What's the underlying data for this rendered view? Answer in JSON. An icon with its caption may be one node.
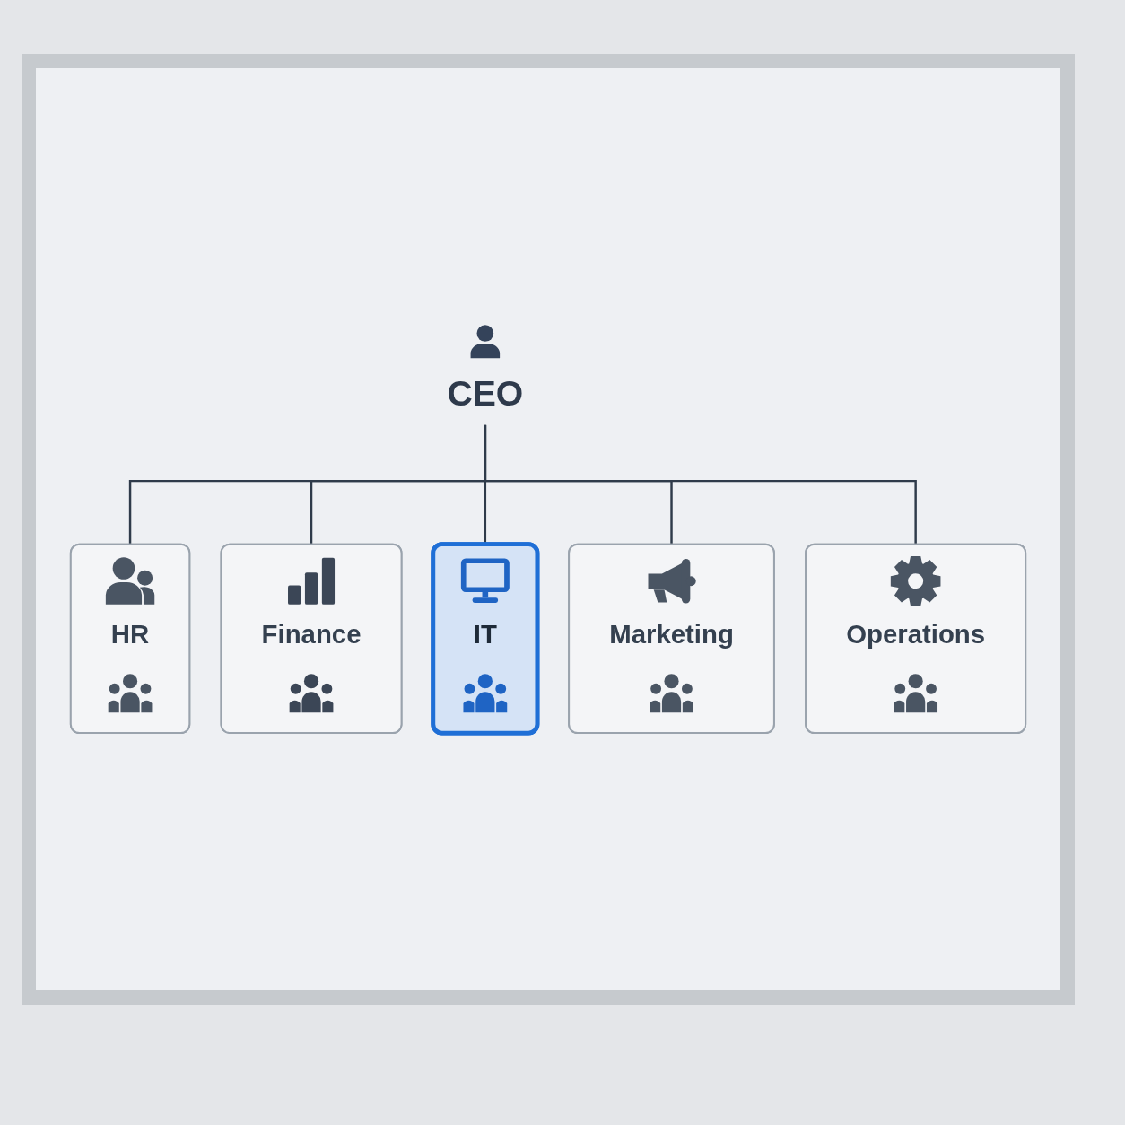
{
  "diagram": {
    "nodes": [
      {
        "text": [
          "CEO"
        ]
      },
      {
        "text": [
          "HR"
        ]
      },
      {
        "text": [
          "Finance"
        ]
      },
      {
        "text": [
          "IT"
        ]
      },
      {
        "text": [
          "Marketing"
        ]
      },
      {
        "text": [
          "Operations"
        ]
      }
    ],
    "edges": [
      {
        "from": 0,
        "to": 1,
        "arrow": "none"
      },
      {
        "from": 0,
        "to": 2,
        "arrow": "none"
      },
      {
        "from": 0,
        "to": 3,
        "arrow": "none"
      },
      {
        "from": 0,
        "to": 4,
        "arrow": "none"
      },
      {
        "from": 0,
        "to": 5,
        "arrow": "none"
      }
    ]
  }
}
